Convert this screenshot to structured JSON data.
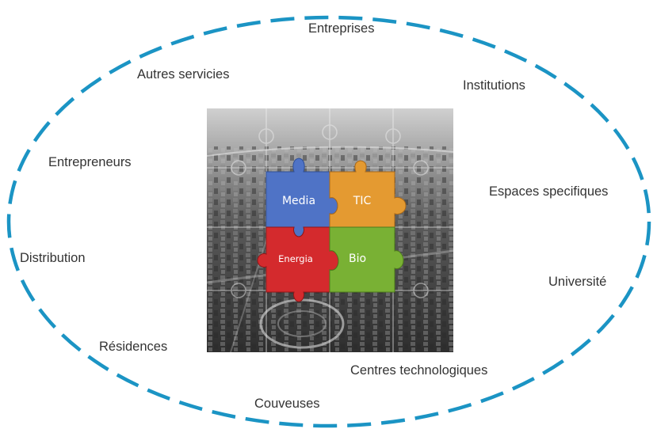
{
  "ecosystem": {
    "labels": {
      "entreprises": "Entreprises",
      "autres_servicies": "Autres servicies",
      "institutions": "Institutions",
      "entrepreneurs": "Entrepreneurs",
      "espaces_specifiques": "Espaces specifiques",
      "distribution": "Distribution",
      "universite": "Université",
      "residences": "Résidences",
      "centres_technologiques": "Centres technologiques",
      "couveuses": "Couveuses"
    },
    "puzzle": {
      "media": "Media",
      "tic": "TIC",
      "energia": "Energia",
      "bio": "Bio"
    }
  },
  "colors": {
    "ring": "#1b94c4",
    "media": "#4f73c6",
    "tic": "#e49a31",
    "energia": "#d42a2d",
    "bio": "#79b134",
    "label_text": "#333333"
  },
  "icons": {
    "background": "aerial-city-photo-icon"
  }
}
